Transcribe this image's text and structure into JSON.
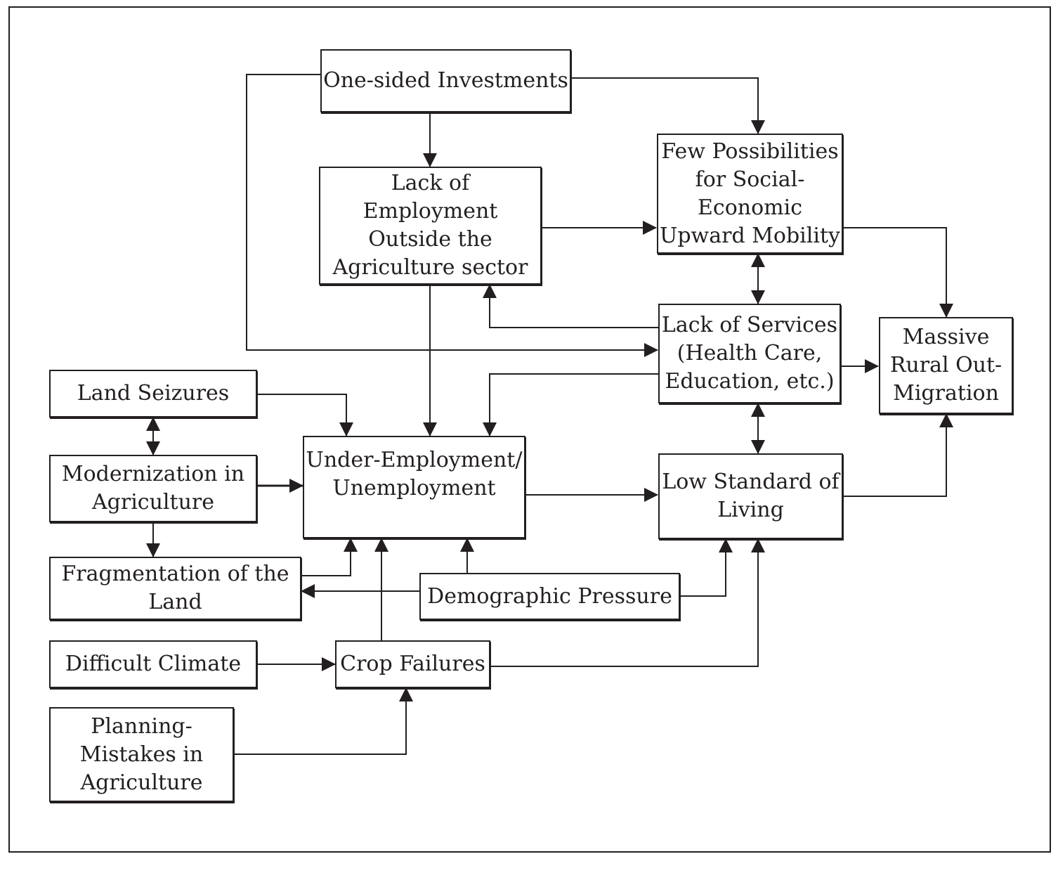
{
  "nodes": {
    "one_sided_investments": {
      "label": "One-sided Investments"
    },
    "lack_of_employment": {
      "label": "Lack of\nEmployment\nOutside the\nAgriculture sector"
    },
    "few_possibilities": {
      "label": "Few Possibilities\nfor Social-\nEconomic\nUpward Mobility"
    },
    "lack_of_services": {
      "label": "Lack of Services\n(Health Care,\nEducation, etc.)"
    },
    "massive_migration": {
      "label": "Massive\nRural Out-\nMigration"
    },
    "land_seizures": {
      "label": "Land Seizures"
    },
    "modernization": {
      "label": "Modernization in\nAgriculture"
    },
    "under_employment": {
      "label": "Under-Employment/\nUnemployment"
    },
    "low_standard": {
      "label": "Low Standard of\nLiving"
    },
    "fragmentation": {
      "label": "Fragmentation of the\nLand"
    },
    "demographic_pressure": {
      "label": "Demographic Pressure"
    },
    "difficult_climate": {
      "label": "Difficult Climate"
    },
    "crop_failures": {
      "label": "Crop Failures"
    },
    "planning_mistakes": {
      "label": "Planning-\nMistakes in\nAgriculture"
    }
  },
  "edges": [
    {
      "from": "one_sided_investments",
      "to": "lack_of_employment",
      "type": "arrow"
    },
    {
      "from": "one_sided_investments",
      "to": "few_possibilities",
      "type": "arrow"
    },
    {
      "from": "one_sided_investments",
      "to": "lack_of_services",
      "type": "arrow"
    },
    {
      "from": "lack_of_employment",
      "to": "few_possibilities",
      "type": "arrow"
    },
    {
      "from": "lack_of_employment",
      "to": "under_employment",
      "type": "arrow"
    },
    {
      "from": "few_possibilities",
      "to": "lack_of_services",
      "type": "bidirectional"
    },
    {
      "from": "few_possibilities",
      "to": "massive_migration",
      "type": "arrow"
    },
    {
      "from": "lack_of_services",
      "to": "lack_of_employment",
      "type": "arrow"
    },
    {
      "from": "lack_of_services",
      "to": "under_employment",
      "type": "arrow"
    },
    {
      "from": "lack_of_services",
      "to": "massive_migration",
      "type": "arrow"
    },
    {
      "from": "lack_of_services",
      "to": "low_standard",
      "type": "bidirectional"
    },
    {
      "from": "land_seizures",
      "to": "under_employment",
      "type": "arrow"
    },
    {
      "from": "land_seizures",
      "to": "modernization",
      "type": "bidirectional"
    },
    {
      "from": "modernization",
      "to": "under_employment",
      "type": "arrow"
    },
    {
      "from": "modernization",
      "to": "fragmentation",
      "type": "arrow"
    },
    {
      "from": "under_employment",
      "to": "low_standard",
      "type": "arrow"
    },
    {
      "from": "low_standard",
      "to": "massive_migration",
      "type": "arrow"
    },
    {
      "from": "fragmentation",
      "to": "under_employment",
      "type": "arrow"
    },
    {
      "from": "demographic_pressure",
      "to": "fragmentation",
      "type": "arrow"
    },
    {
      "from": "demographic_pressure",
      "to": "under_employment",
      "type": "arrow"
    },
    {
      "from": "demographic_pressure",
      "to": "low_standard",
      "type": "arrow"
    },
    {
      "from": "difficult_climate",
      "to": "crop_failures",
      "type": "arrow"
    },
    {
      "from": "crop_failures",
      "to": "under_employment",
      "type": "arrow"
    },
    {
      "from": "crop_failures",
      "to": "low_standard",
      "type": "arrow"
    },
    {
      "from": "planning_mistakes",
      "to": "crop_failures",
      "type": "arrow"
    }
  ]
}
